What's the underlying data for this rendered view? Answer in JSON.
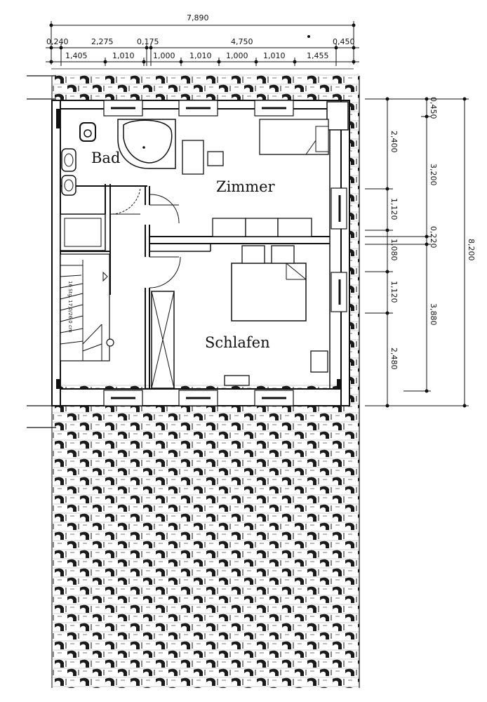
{
  "plan": {
    "rooms": {
      "bad": "Bad",
      "zimmer": "Zimmer",
      "schlafen": "Schlafen"
    },
    "stair_note": "16 Stg. 17,0/26,0 cm"
  },
  "dimensions": {
    "top_total": "7,890",
    "top_row1": [
      "0,240",
      "2,275",
      "0,175",
      "4,750",
      "0,450"
    ],
    "top_row2": [
      "1,405",
      "1,010",
      "1,000",
      "1,010",
      "1,000",
      "1,010",
      "1,455"
    ],
    "right_col1": [
      "2,400",
      "1,120",
      "1,080",
      "1,120",
      "2,480"
    ],
    "right_col2": [
      "0,450",
      "3,200",
      "0,220",
      "3,880"
    ],
    "right_total": "8,200"
  }
}
